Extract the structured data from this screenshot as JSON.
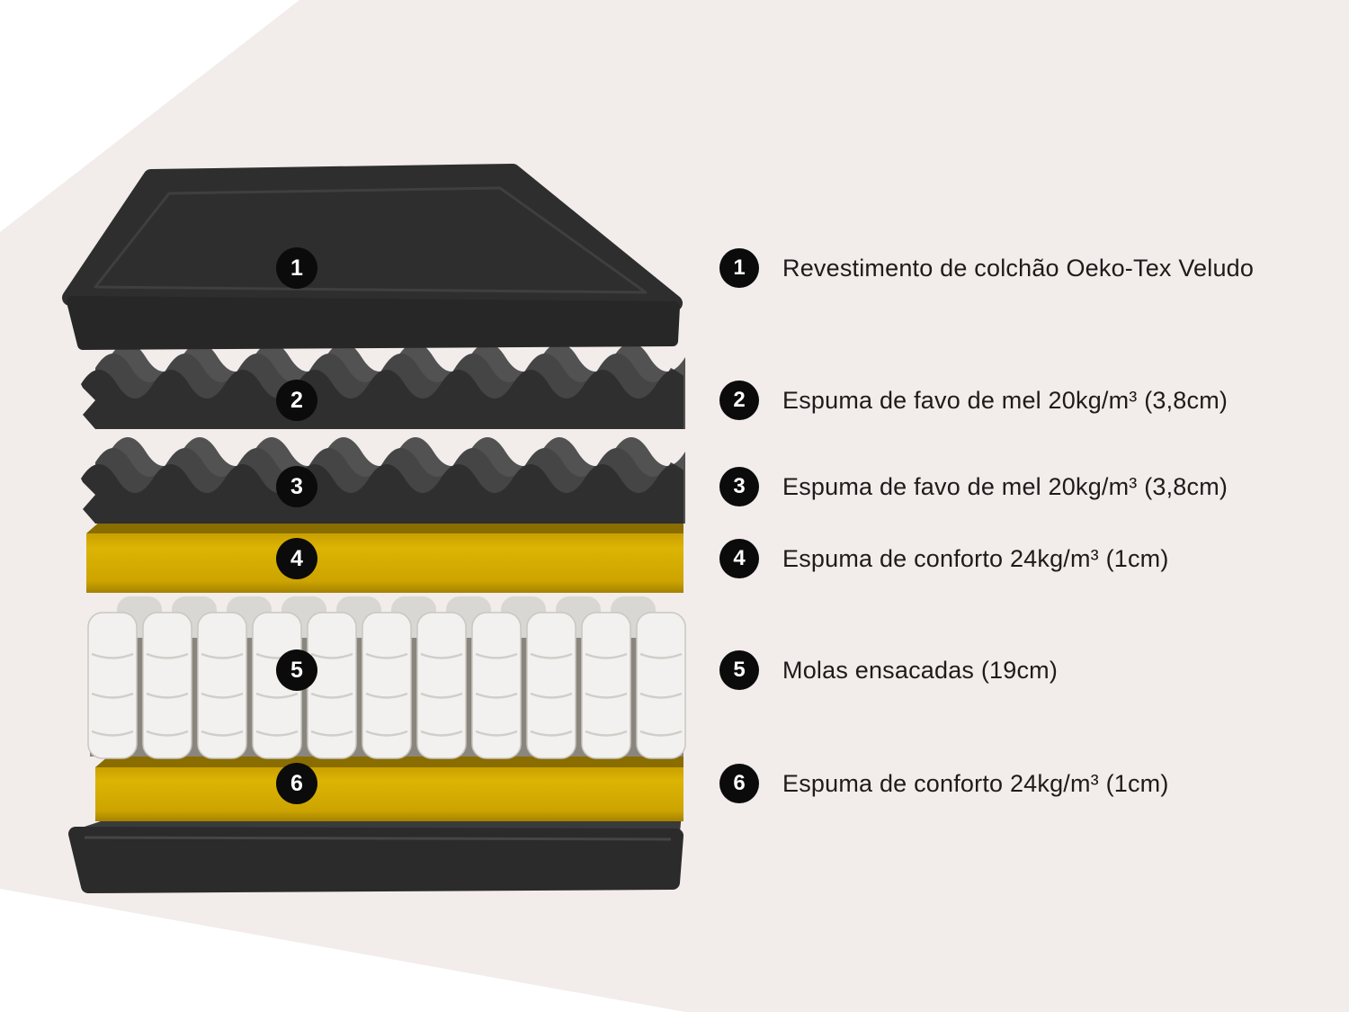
{
  "colors": {
    "bg-pink": "#f2eceb",
    "bg-white": "#ffffff",
    "badge-bg": "#0b0b0b",
    "badge-text": "#ffffff",
    "text-color": "#1e1b1b",
    "foam-dark": "#2f2f2f",
    "accent-yellow": "#d6ad00",
    "spring-white": "#f2f1ef"
  },
  "diagram": {
    "badges": [
      {
        "number": "1"
      },
      {
        "number": "2"
      },
      {
        "number": "3"
      },
      {
        "number": "4"
      },
      {
        "number": "5"
      },
      {
        "number": "6"
      }
    ]
  },
  "legend": {
    "items": [
      {
        "number": "1",
        "label": "Revestimento de colchão Oeko-Tex Veludo"
      },
      {
        "number": "2",
        "label": "Espuma de favo de mel 20kg/m³ (3,8cm)"
      },
      {
        "number": "3",
        "label": "Espuma de favo de mel 20kg/m³ (3,8cm)"
      },
      {
        "number": "4",
        "label": "Espuma de conforto 24kg/m³ (1cm)"
      },
      {
        "number": "5",
        "label": "Molas ensacadas (19cm)"
      },
      {
        "number": "6",
        "label": "Espuma de conforto 24kg/m³ (1cm)"
      }
    ]
  }
}
